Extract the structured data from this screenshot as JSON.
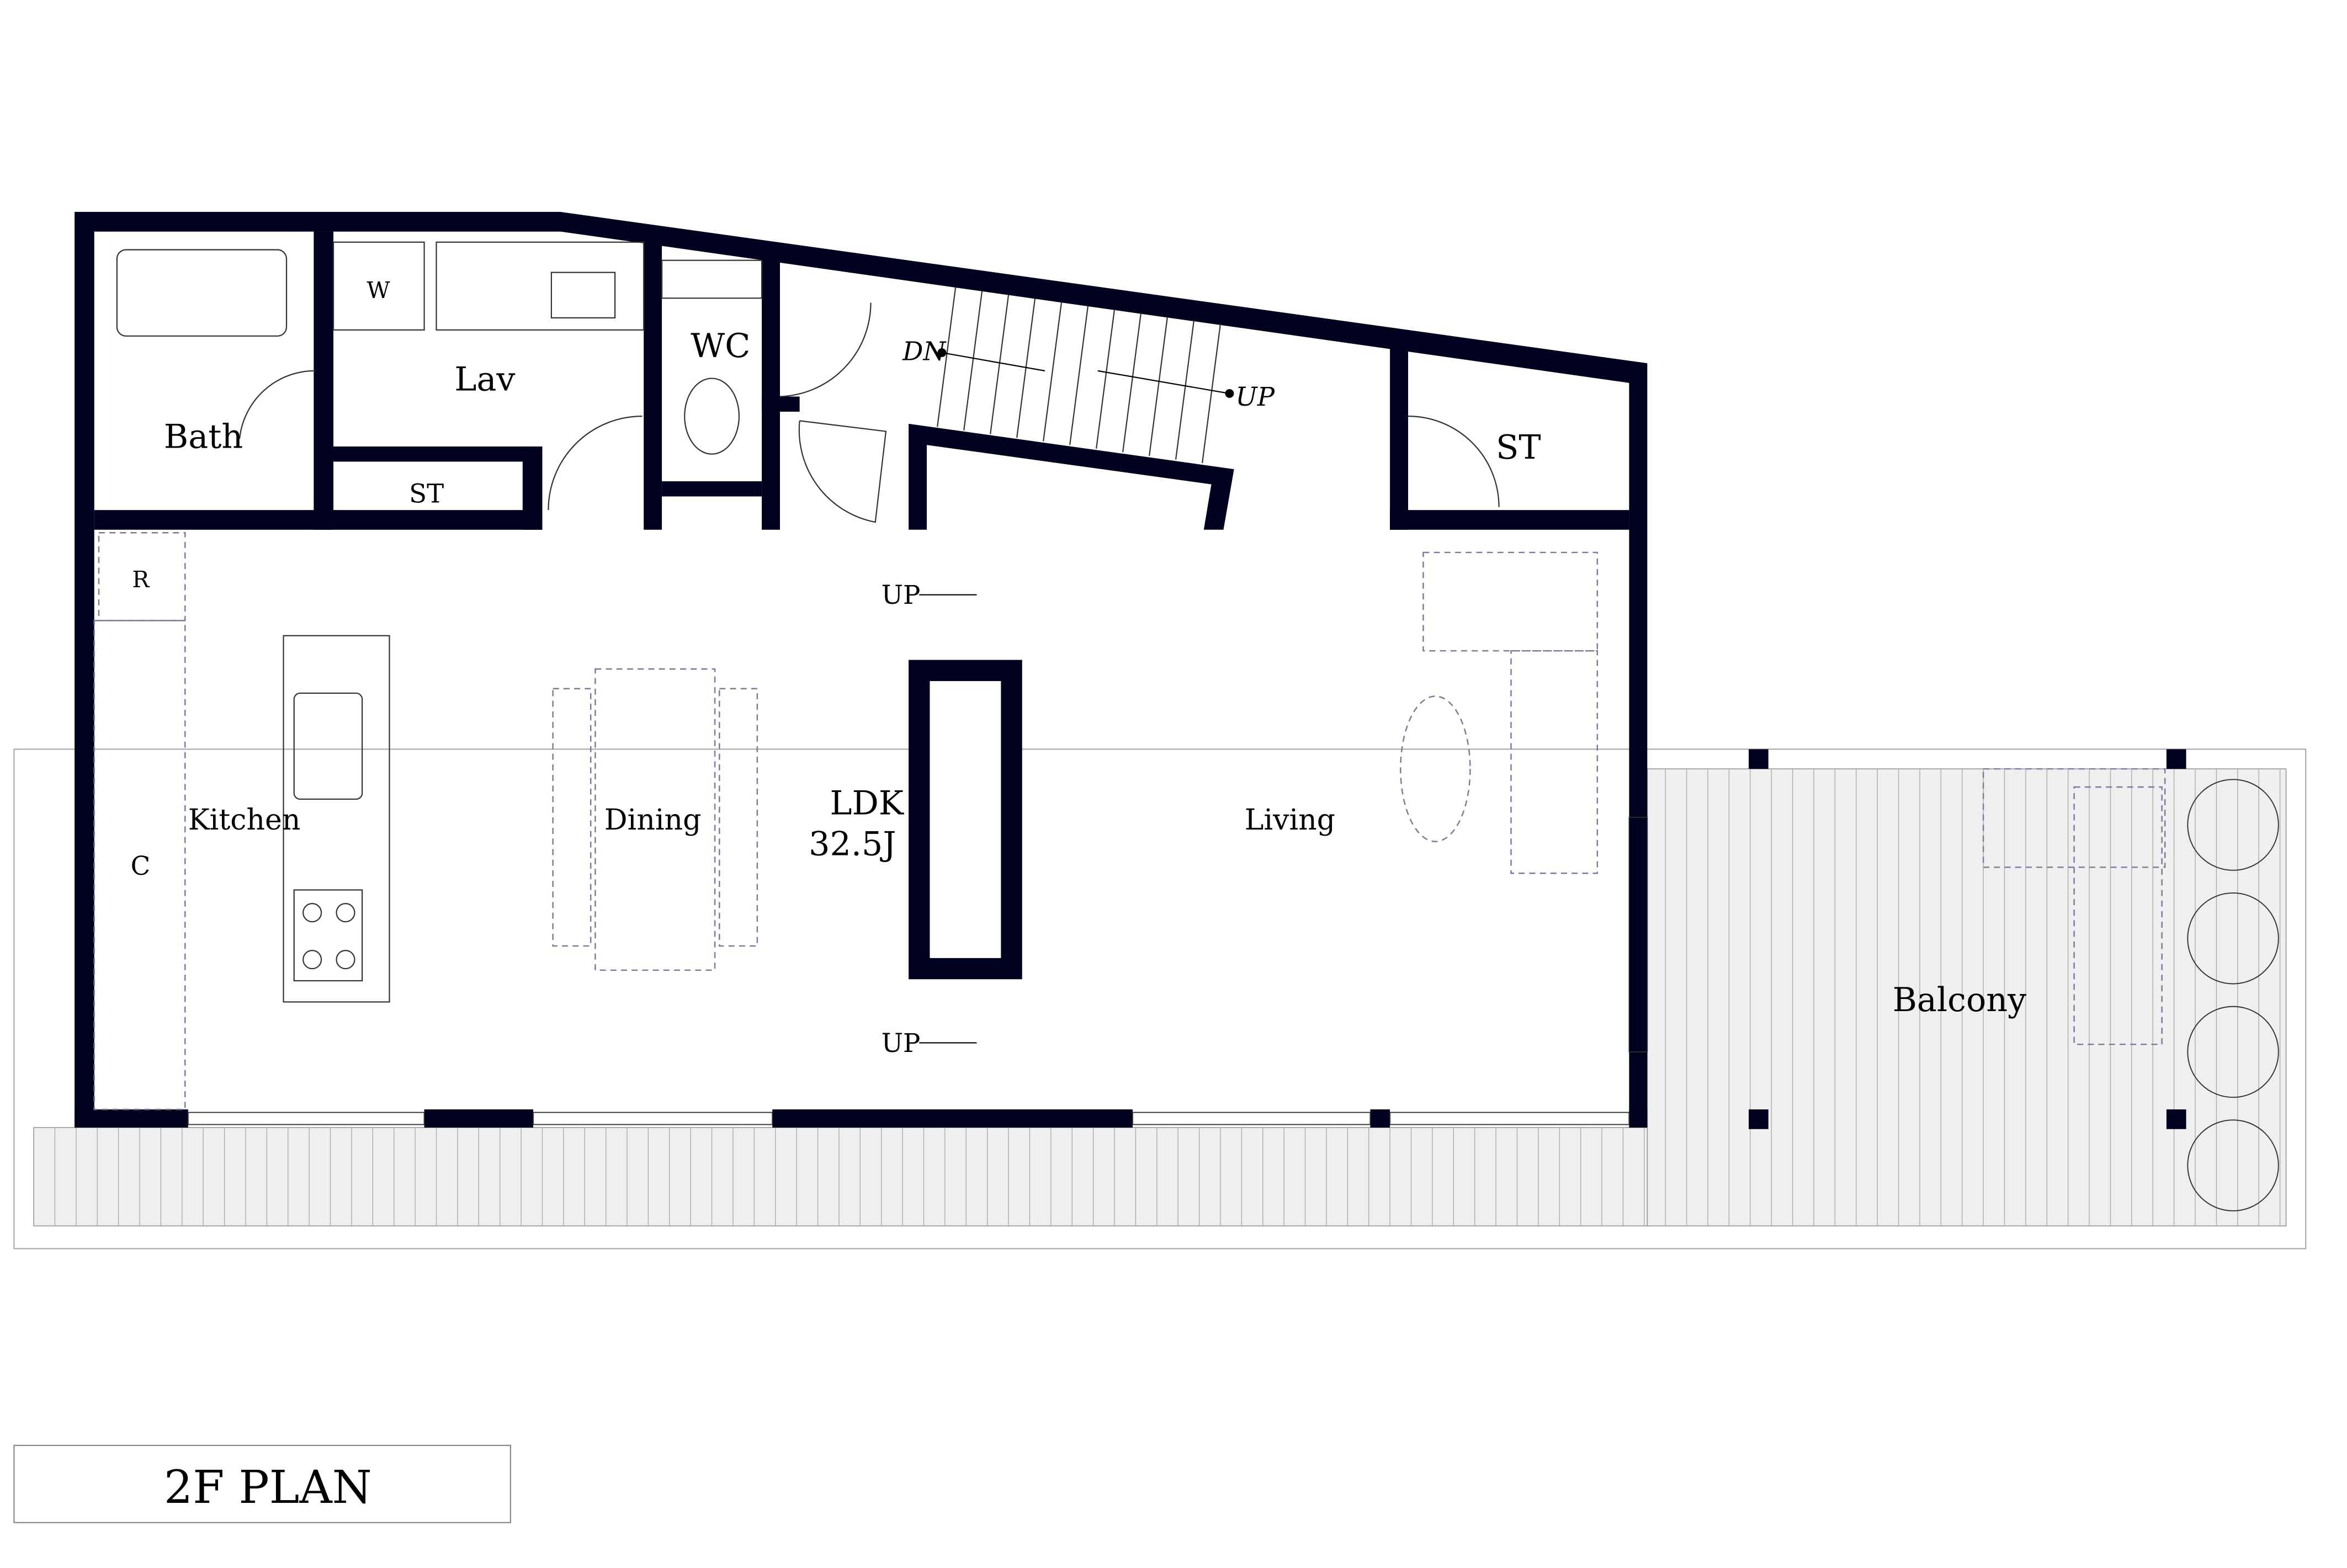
{
  "title": "2F PLAN",
  "colors": {
    "wall": "#00001f",
    "deck": "#efefef",
    "furniture": "#7a7a9a"
  },
  "rooms": {
    "bath": "Bath",
    "lav": "Lav",
    "washer": "W",
    "wc": "WC",
    "storage_lav": "ST",
    "storage_right": "ST",
    "refrigerator": "R",
    "closet": "C",
    "kitchen": "Kitchen",
    "dining": "Dining",
    "ldk": "LDK",
    "ldk_area": "32.5J",
    "living": "Living",
    "balcony": "Balcony"
  },
  "stairs": {
    "down": "DN",
    "up": "UP"
  },
  "steps": {
    "upper": "UP",
    "lower": "UP"
  }
}
